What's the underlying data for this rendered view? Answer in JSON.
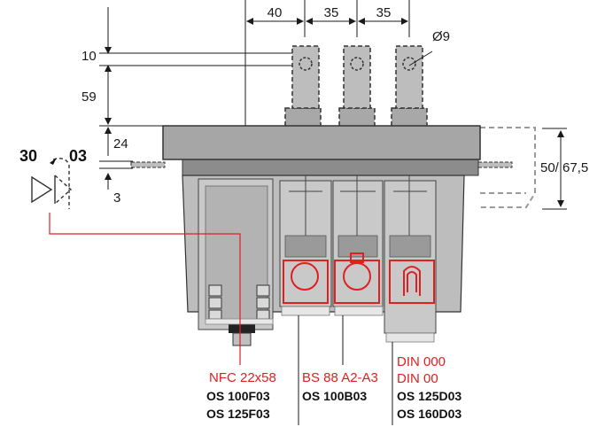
{
  "dimensions": {
    "top": [
      "40",
      "35",
      "35"
    ],
    "hole": "Ø9",
    "left": [
      "10",
      "59",
      "24",
      "3"
    ],
    "right": "50/ 67,5"
  },
  "symbol": {
    "left_code": "30",
    "right_code": "03"
  },
  "standards": {
    "nfc": "NFC 22x58",
    "bs": "BS 88 A2-A3",
    "din1": "DIN 000",
    "din2": "DIN 00"
  },
  "models": {
    "col1": [
      "OS 100F03",
      "OS 125F03"
    ],
    "col2": [
      "OS 100B03"
    ],
    "col3": [
      "OS 125D03",
      "OS 160D03"
    ]
  },
  "colors": {
    "accent": "#e02020",
    "body": "#a6a6a6",
    "body_dark": "#7f7f7f",
    "body_light": "#cfcfcf"
  }
}
